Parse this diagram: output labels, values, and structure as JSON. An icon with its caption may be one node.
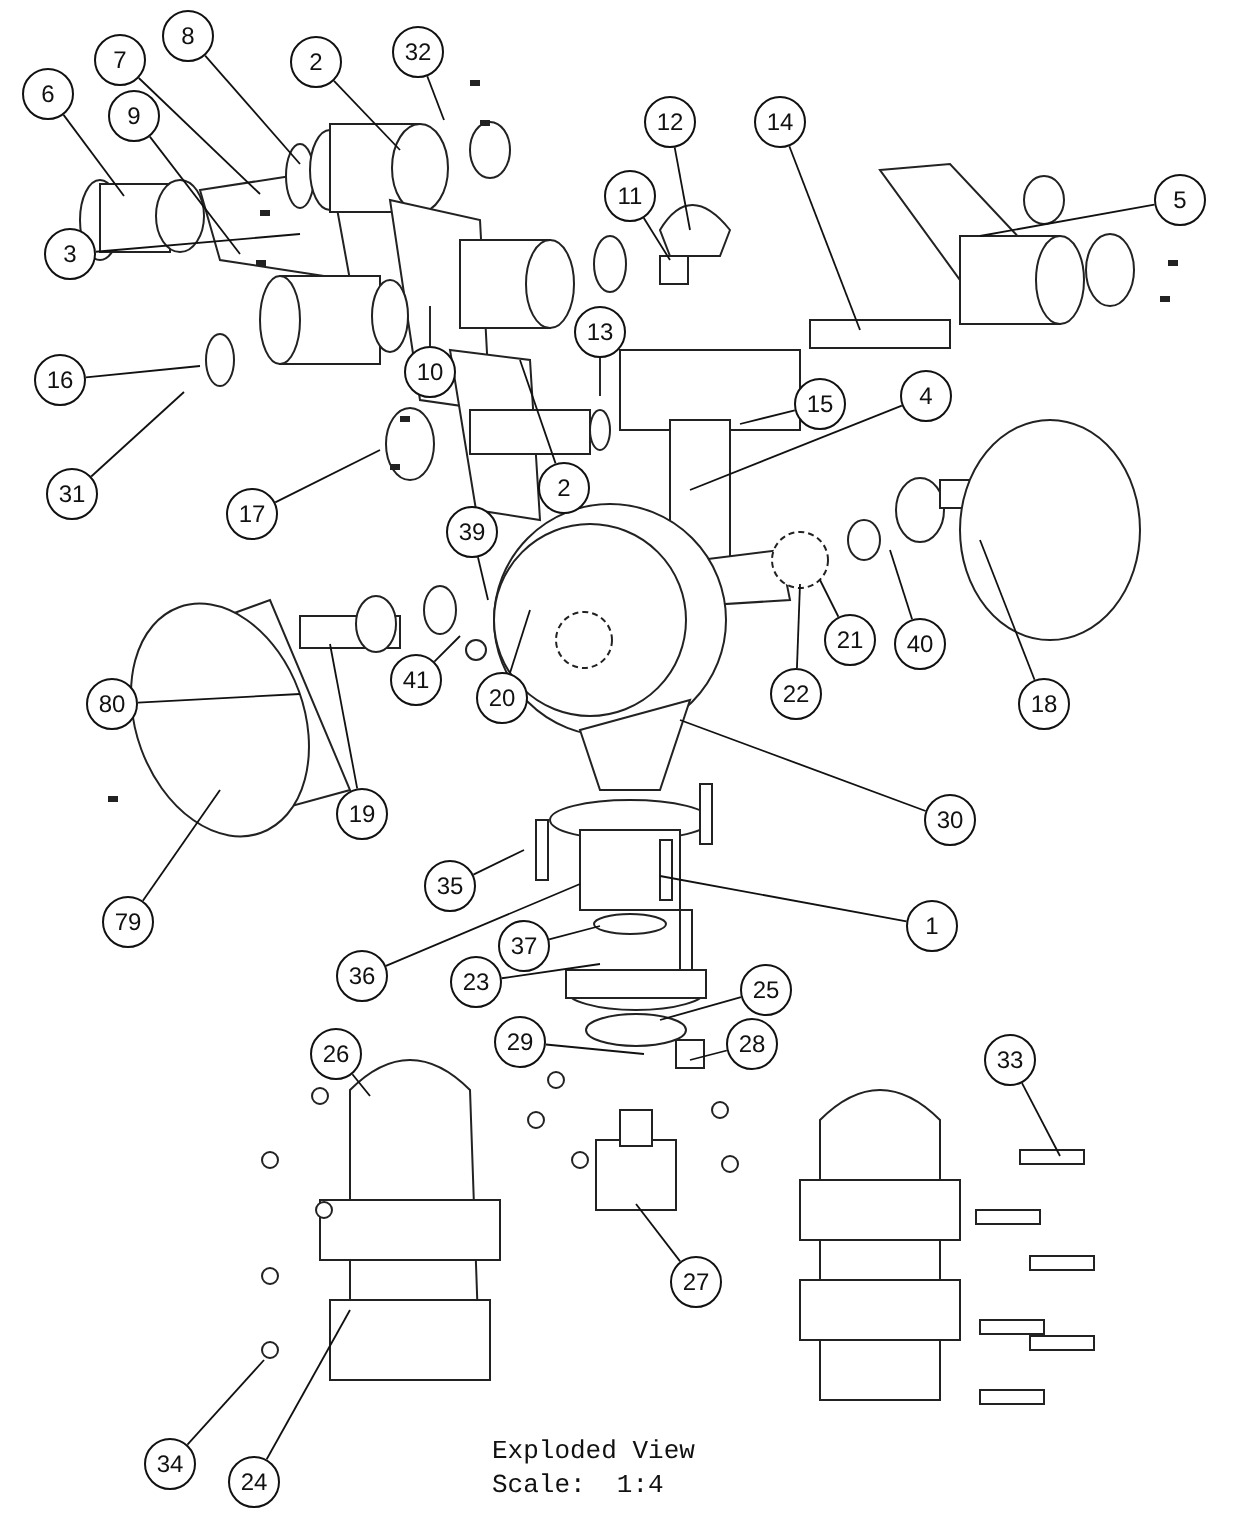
{
  "diagram": {
    "nodes": [
      {
        "text": [
          "8"
        ]
      },
      {
        "text": [
          "32"
        ]
      },
      {
        "text": [
          "2"
        ]
      },
      {
        "text": [
          "7"
        ]
      },
      {
        "text": [
          "6"
        ]
      },
      {
        "text": [
          "9"
        ]
      },
      {
        "text": [
          "12"
        ]
      },
      {
        "text": [
          "14"
        ]
      },
      {
        "text": [
          "5"
        ]
      },
      {
        "text": [
          "11"
        ]
      },
      {
        "text": [
          "3"
        ]
      },
      {
        "text": [
          "13"
        ]
      },
      {
        "text": [
          "16"
        ]
      },
      {
        "text": [
          "10"
        ]
      },
      {
        "text": [
          "15"
        ]
      },
      {
        "text": [
          "4"
        ]
      },
      {
        "text": [
          "2"
        ]
      },
      {
        "text": [
          "17"
        ]
      },
      {
        "text": [
          "31"
        ]
      },
      {
        "text": [
          "39"
        ]
      },
      {
        "text": [
          "41"
        ]
      },
      {
        "text": [
          "20"
        ]
      },
      {
        "text": [
          "80"
        ]
      },
      {
        "text": [
          "19"
        ]
      },
      {
        "text": [
          "21"
        ]
      },
      {
        "text": [
          "40"
        ]
      },
      {
        "text": [
          "22"
        ]
      },
      {
        "text": [
          "18"
        ]
      },
      {
        "text": [
          "30"
        ]
      },
      {
        "text": [
          "79"
        ]
      },
      {
        "text": [
          "35"
        ]
      },
      {
        "text": [
          "1"
        ]
      },
      {
        "text": [
          "36"
        ]
      },
      {
        "text": [
          "37"
        ]
      },
      {
        "text": [
          "23"
        ]
      },
      {
        "text": [
          "25"
        ]
      },
      {
        "text": [
          "29"
        ]
      },
      {
        "text": [
          "28"
        ]
      },
      {
        "text": [
          "26"
        ]
      },
      {
        "text": [
          "33"
        ]
      },
      {
        "text": [
          "27"
        ]
      },
      {
        "text": [
          "34"
        ]
      },
      {
        "text": [
          "24"
        ]
      }
    ],
    "edges": [
      {
        "from": 0,
        "to": null,
        "arrow": "none"
      },
      {
        "from": 1,
        "to": null,
        "arrow": "none"
      },
      {
        "from": 2,
        "to": null,
        "arrow": "none"
      },
      {
        "from": 3,
        "to": null,
        "arrow": "none"
      },
      {
        "from": 4,
        "to": null,
        "arrow": "none"
      },
      {
        "from": 5,
        "to": null,
        "arrow": "none"
      },
      {
        "from": 6,
        "to": null,
        "arrow": "none"
      },
      {
        "from": 7,
        "to": null,
        "arrow": "none"
      },
      {
        "from": 8,
        "to": null,
        "arrow": "none"
      },
      {
        "from": 9,
        "to": null,
        "arrow": "none"
      },
      {
        "from": 10,
        "to": null,
        "arrow": "none"
      },
      {
        "from": 11,
        "to": null,
        "arrow": "none"
      },
      {
        "from": 12,
        "to": null,
        "arrow": "none"
      },
      {
        "from": 13,
        "to": null,
        "arrow": "none"
      },
      {
        "from": 14,
        "to": null,
        "arrow": "none"
      },
      {
        "from": 15,
        "to": null,
        "arrow": "none"
      },
      {
        "from": 16,
        "to": null,
        "arrow": "none"
      },
      {
        "from": 17,
        "to": null,
        "arrow": "none"
      },
      {
        "from": 18,
        "to": null,
        "arrow": "none"
      },
      {
        "from": 19,
        "to": null,
        "arrow": "none"
      },
      {
        "from": 20,
        "to": null,
        "arrow": "none"
      },
      {
        "from": 21,
        "to": null,
        "arrow": "none"
      },
      {
        "from": 22,
        "to": null,
        "arrow": "none"
      },
      {
        "from": 23,
        "to": null,
        "arrow": "none"
      },
      {
        "from": 24,
        "to": null,
        "arrow": "none"
      },
      {
        "from": 25,
        "to": null,
        "arrow": "none"
      },
      {
        "from": 26,
        "to": null,
        "arrow": "none"
      },
      {
        "from": 27,
        "to": null,
        "arrow": "none"
      },
      {
        "from": 28,
        "to": null,
        "arrow": "none"
      },
      {
        "from": 29,
        "to": null,
        "arrow": "none"
      },
      {
        "from": 30,
        "to": null,
        "arrow": "none"
      },
      {
        "from": 31,
        "to": null,
        "arrow": "none"
      },
      {
        "from": 32,
        "to": null,
        "arrow": "none"
      },
      {
        "from": 33,
        "to": null,
        "arrow": "none"
      },
      {
        "from": 34,
        "to": null,
        "arrow": "none"
      },
      {
        "from": 35,
        "to": null,
        "arrow": "none"
      },
      {
        "from": 36,
        "to": null,
        "arrow": "none"
      },
      {
        "from": 37,
        "to": null,
        "arrow": "none"
      },
      {
        "from": 38,
        "to": null,
        "arrow": "none"
      },
      {
        "from": 39,
        "to": null,
        "arrow": "none"
      },
      {
        "from": 40,
        "to": null,
        "arrow": "none"
      },
      {
        "from": 41,
        "to": null,
        "arrow": "none"
      },
      {
        "from": 42,
        "to": null,
        "arrow": "none"
      }
    ],
    "labels": [
      "Exploded View",
      "Scale:  1:4"
    ]
  }
}
